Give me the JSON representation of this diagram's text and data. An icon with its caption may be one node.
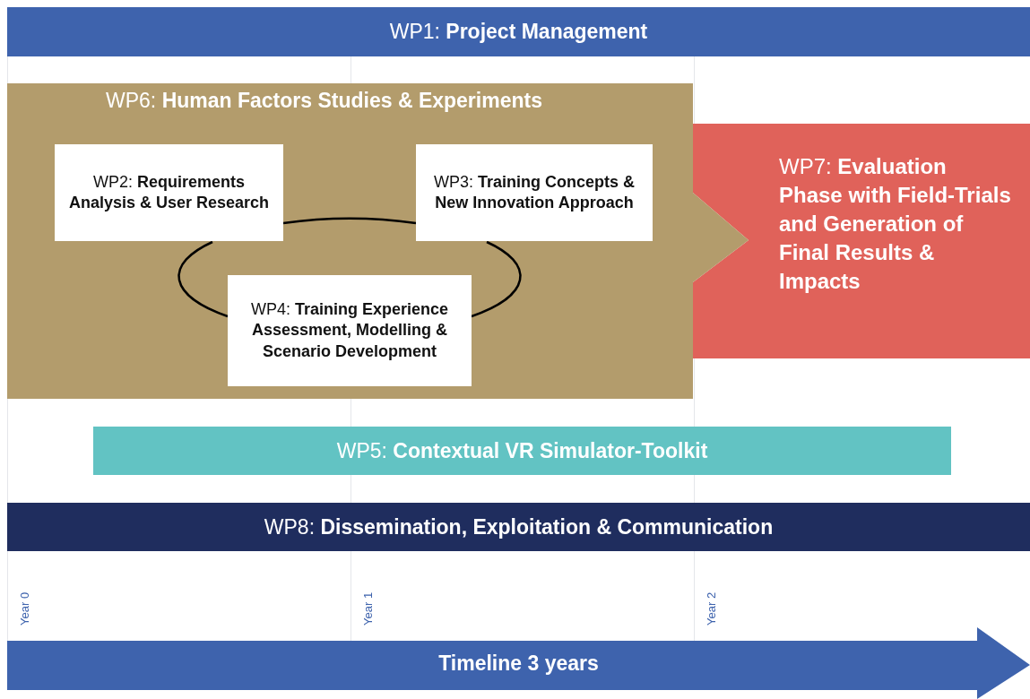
{
  "diagram": {
    "nodes": [
      {
        "text": [
          "WP1: **Project Management**"
        ]
      },
      {
        "text": [
          "WP6: **Human Factors Studies & Experiments**"
        ]
      },
      {
        "text": [
          "WP2: **Requirements Analysis & User Research**"
        ],
        "in": 1
      },
      {
        "text": [
          "WP3: **Training Concepts & New Innovation Approach**"
        ],
        "in": 1
      },
      {
        "text": [
          "WP4: **Training Experience Assessment, Modelling & Scenario Development**"
        ],
        "in": 1
      },
      {
        "text": [
          "WP7: **Evaluation Phase with Field-Trials and Generation of Final Results & Impacts**"
        ]
      },
      {
        "text": [
          "WP5: **Contextual VR Simulator-Toolkit**"
        ]
      },
      {
        "text": [
          "WP8: **Dissemination, Exploitation & Communication**"
        ]
      },
      {
        "text": [
          "Timeline 3 years"
        ]
      }
    ],
    "edges": [
      {
        "from": 2,
        "to": 3,
        "arrow": "none"
      },
      {
        "from": 3,
        "to": 4,
        "arrow": "none"
      },
      {
        "from": 4,
        "to": 2,
        "arrow": "none"
      }
    ],
    "labels": [
      "Year 0",
      "Year 1",
      "Year 2"
    ]
  }
}
